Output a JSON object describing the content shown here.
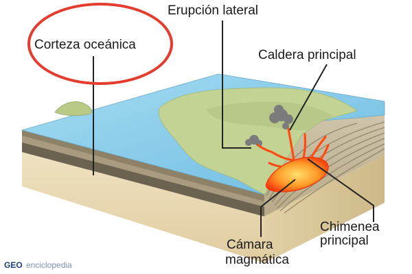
{
  "labels": {
    "corteza_oceanica": "Corteza oceánica",
    "erupcion_lateral": "Erupción lateral",
    "caldera_principal": "Caldera principal",
    "chimenea_line1": "Chimenea",
    "chimenea_line2": "principal",
    "camara_line1": "Cámara",
    "camara_line2": "magmática"
  },
  "watermark": {
    "brand": "GEO",
    "site": "enciclopedia"
  },
  "colors": {
    "ocean": "#8ecae6",
    "land": "#c7d79a",
    "magma": "#ff5a14",
    "magma_core": "#ffd04a",
    "highlight_circle": "#e33d2f",
    "crust_base": "#ead9b2",
    "crust_dark": "#6f6553"
  }
}
